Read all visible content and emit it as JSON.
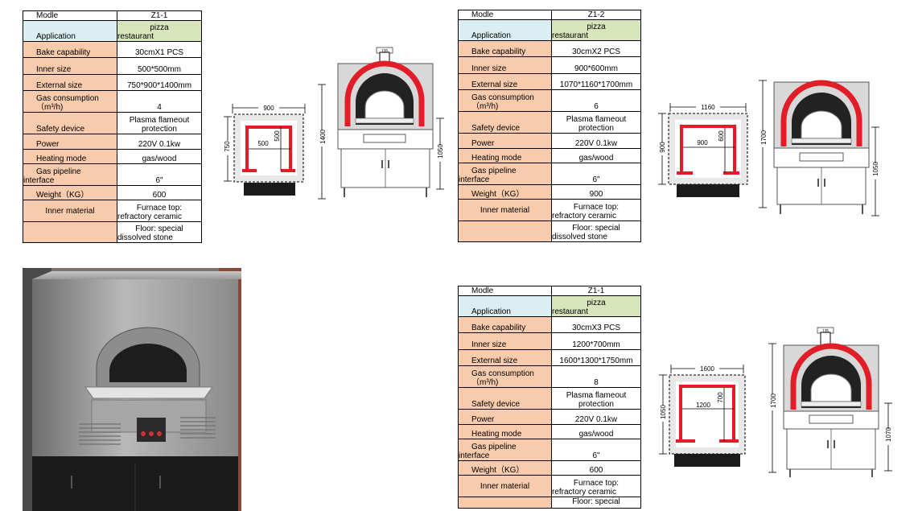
{
  "tables": [
    {
      "rows": [
        {
          "key": "Modle",
          "value": "Z1-1"
        },
        {
          "key": "Application",
          "value": "pizza\nrestaurant"
        },
        {
          "key": "Bake capability",
          "value": "30cmX1 PCS"
        },
        {
          "key": "Inner size",
          "value": "500*500mm"
        },
        {
          "key": "External size",
          "value": "750*900*1400mm"
        },
        {
          "key": "Gas consumption\n（m³/h)",
          "value": "4"
        },
        {
          "key": "Safety device",
          "value": "Plasma flameout\nprotection"
        },
        {
          "key": "Power",
          "value": "220V 0.1kw"
        },
        {
          "key": "Heating mode",
          "value": "gas/wood"
        },
        {
          "key": "Gas pipeline\ninterface",
          "value": "6\""
        },
        {
          "key": "Weight（KG）",
          "value": "600"
        },
        {
          "key": "Inner material",
          "value": "Furnace top:\nrefractory ceramic"
        },
        {
          "key": "",
          "value": "Floor: special\ndissolved stone"
        }
      ]
    },
    {
      "rows": [
        {
          "key": "Modle",
          "value": "Z1-2"
        },
        {
          "key": "Application",
          "value": "pizza\nrestaurant"
        },
        {
          "key": "Bake capability",
          "value": "30cmX2 PCS"
        },
        {
          "key": "Inner size",
          "value": "900*600mm"
        },
        {
          "key": "External size",
          "value": "1070*1160*1700mm"
        },
        {
          "key": "Gas consumption\n（m³/h)",
          "value": "6"
        },
        {
          "key": "Safety device",
          "value": "Plasma flameout\nprotection"
        },
        {
          "key": "Power",
          "value": "220V 0.1kw"
        },
        {
          "key": "Heating mode",
          "value": "gas/wood"
        },
        {
          "key": "Gas pipeline\ninterface",
          "value": "6\""
        },
        {
          "key": "Weight（KG）",
          "value": "900"
        },
        {
          "key": "Inner material",
          "value": "Furnace top:\nrefractory ceramic"
        },
        {
          "key": "",
          "value": "Floor: special\ndissolved stone"
        }
      ]
    },
    {
      "rows": [
        {
          "key": "Modle",
          "value": "Z1-1"
        },
        {
          "key": "Application",
          "value": "pizza\nrestaurant"
        },
        {
          "key": "Bake capability",
          "value": "30cmX3 PCS"
        },
        {
          "key": "Inner size",
          "value": "1200*700mm"
        },
        {
          "key": "External size",
          "value": "1600*1300*1750mm"
        },
        {
          "key": "Gas consumption\n（m³/h)",
          "value": "8"
        },
        {
          "key": "Safety device",
          "value": "Plasma flameout\nprotection"
        },
        {
          "key": "Power",
          "value": "220V 0.1kw"
        },
        {
          "key": "Heating mode",
          "value": "gas/wood"
        },
        {
          "key": "Gas pipeline\ninterface",
          "value": "6\""
        },
        {
          "key": "Weight（KG）",
          "value": "600"
        },
        {
          "key": "Inner material",
          "value": "Furnace top:\nrefractory ceramic"
        },
        {
          "key": "",
          "value": "Floor: special"
        }
      ]
    }
  ],
  "drawings": {
    "d1": {
      "plan_width": "900",
      "plan_depth": "750",
      "inner_w": "500",
      "inner_d": "500",
      "flue": "135",
      "total_h": "1400",
      "stand_h": "1050"
    },
    "d2": {
      "plan_width": "1160",
      "plan_depth": "900",
      "inner_w": "900",
      "inner_d": "600",
      "total_h": "1700",
      "stand_h": "1050"
    },
    "d3": {
      "plan_width": "1600",
      "plan_depth": "1050",
      "inner_w": "1200",
      "inner_d": "700",
      "flue": "135",
      "total_h": "1700",
      "stand_h": "1070"
    }
  },
  "colors": {
    "key_bg": "#f8cbad",
    "app_key_bg": "#daeef3",
    "app_val_bg": "#d8e4bc",
    "refractory": "#e21d27"
  }
}
